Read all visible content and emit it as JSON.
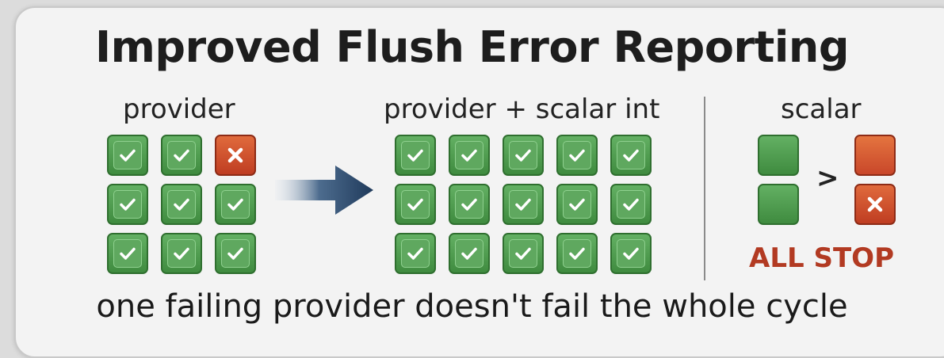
{
  "title": "Improved Flush Error Reporting",
  "sections": {
    "left": {
      "label": "provider",
      "grid": [
        [
          "ok",
          "ok",
          "fail"
        ],
        [
          "ok",
          "ok",
          "ok"
        ],
        [
          "ok",
          "ok",
          "ok"
        ]
      ]
    },
    "middle": {
      "label": "provider + scalar int",
      "grid": [
        [
          "ok",
          "ok",
          "ok",
          "ok",
          "ok"
        ],
        [
          "ok",
          "ok",
          "ok",
          "ok",
          "ok"
        ],
        [
          "ok",
          "ok",
          "ok",
          "ok",
          "ok"
        ]
      ]
    },
    "right": {
      "label": "scalar",
      "comparator": ">",
      "status": "ALL STOP"
    }
  },
  "footer": "one failing provider doesn't fail the whole cycle",
  "icons": {
    "arrow": "right-arrow-icon",
    "ok": "check-icon",
    "fail": "x-icon"
  },
  "colors": {
    "ok": "#4a9a4a",
    "fail": "#d0512e",
    "stop_text": "#b23a22"
  }
}
